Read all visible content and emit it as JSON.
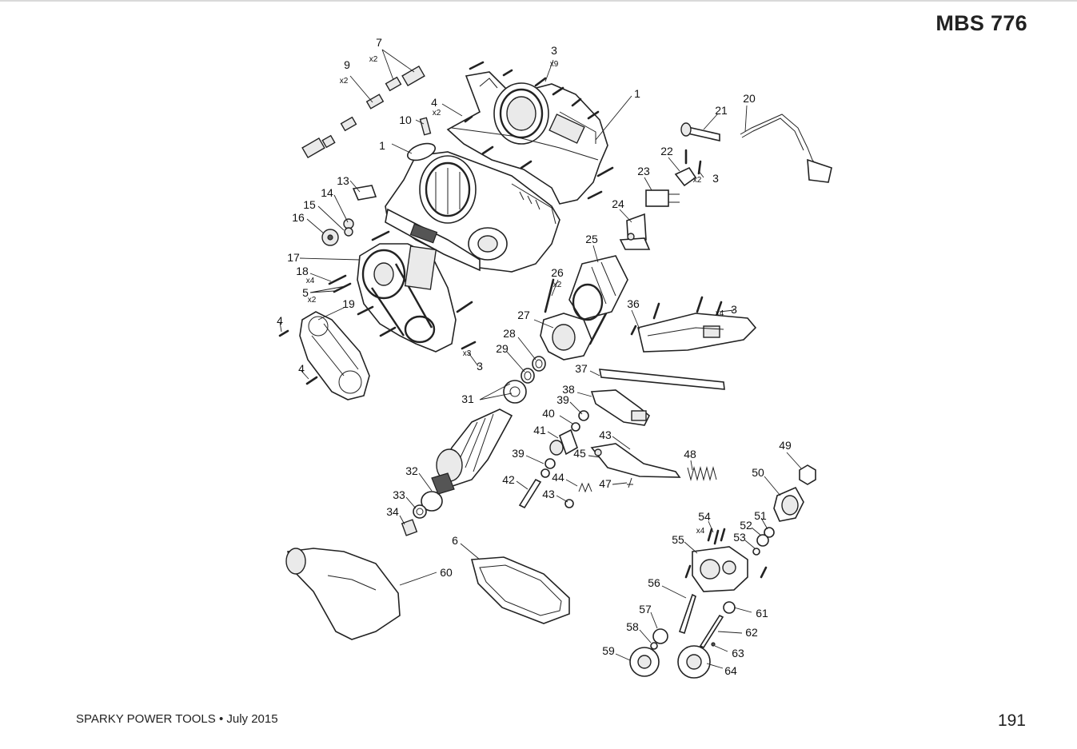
{
  "header": {
    "model": "MBS 776"
  },
  "footer": {
    "publisher": "SPARKY POWER TOOLS • July 2015",
    "page_number": "191"
  },
  "parts": [
    {
      "label": "1",
      "qty": ""
    },
    {
      "label": "1",
      "qty": ""
    },
    {
      "label": "3",
      "qty": "x9"
    },
    {
      "label": "3",
      "qty": "x2"
    },
    {
      "label": "3",
      "qty": "x3"
    },
    {
      "label": "3",
      "qty": "x4"
    },
    {
      "label": "4",
      "qty": "x2"
    },
    {
      "label": "4",
      "qty": ""
    },
    {
      "label": "4",
      "qty": ""
    },
    {
      "label": "5",
      "qty": "x2"
    },
    {
      "label": "6",
      "qty": ""
    },
    {
      "label": "7",
      "qty": "x2"
    },
    {
      "label": "9",
      "qty": "x2"
    },
    {
      "label": "10",
      "qty": ""
    },
    {
      "label": "13",
      "qty": ""
    },
    {
      "label": "14",
      "qty": ""
    },
    {
      "label": "15",
      "qty": ""
    },
    {
      "label": "16",
      "qty": ""
    },
    {
      "label": "17",
      "qty": ""
    },
    {
      "label": "18",
      "qty": "x4"
    },
    {
      "label": "19",
      "qty": ""
    },
    {
      "label": "20",
      "qty": ""
    },
    {
      "label": "21",
      "qty": ""
    },
    {
      "label": "22",
      "qty": ""
    },
    {
      "label": "23",
      "qty": ""
    },
    {
      "label": "24",
      "qty": ""
    },
    {
      "label": "25",
      "qty": ""
    },
    {
      "label": "26",
      "qty": "x2"
    },
    {
      "label": "27",
      "qty": ""
    },
    {
      "label": "28",
      "qty": ""
    },
    {
      "label": "29",
      "qty": ""
    },
    {
      "label": "31",
      "qty": ""
    },
    {
      "label": "32",
      "qty": ""
    },
    {
      "label": "33",
      "qty": ""
    },
    {
      "label": "34",
      "qty": ""
    },
    {
      "label": "36",
      "qty": ""
    },
    {
      "label": "37",
      "qty": ""
    },
    {
      "label": "38",
      "qty": ""
    },
    {
      "label": "39",
      "qty": ""
    },
    {
      "label": "39",
      "qty": ""
    },
    {
      "label": "40",
      "qty": ""
    },
    {
      "label": "41",
      "qty": ""
    },
    {
      "label": "42",
      "qty": ""
    },
    {
      "label": "43",
      "qty": ""
    },
    {
      "label": "43",
      "qty": ""
    },
    {
      "label": "44",
      "qty": ""
    },
    {
      "label": "45",
      "qty": ""
    },
    {
      "label": "47",
      "qty": ""
    },
    {
      "label": "48",
      "qty": ""
    },
    {
      "label": "49",
      "qty": ""
    },
    {
      "label": "50",
      "qty": ""
    },
    {
      "label": "51",
      "qty": ""
    },
    {
      "label": "52",
      "qty": ""
    },
    {
      "label": "53",
      "qty": ""
    },
    {
      "label": "54",
      "qty": "x4"
    },
    {
      "label": "55",
      "qty": ""
    },
    {
      "label": "56",
      "qty": ""
    },
    {
      "label": "57",
      "qty": ""
    },
    {
      "label": "58",
      "qty": ""
    },
    {
      "label": "59",
      "qty": ""
    },
    {
      "label": "60",
      "qty": ""
    },
    {
      "label": "61",
      "qty": ""
    },
    {
      "label": "62",
      "qty": ""
    },
    {
      "label": "63",
      "qty": ""
    },
    {
      "label": "64",
      "qty": ""
    }
  ]
}
